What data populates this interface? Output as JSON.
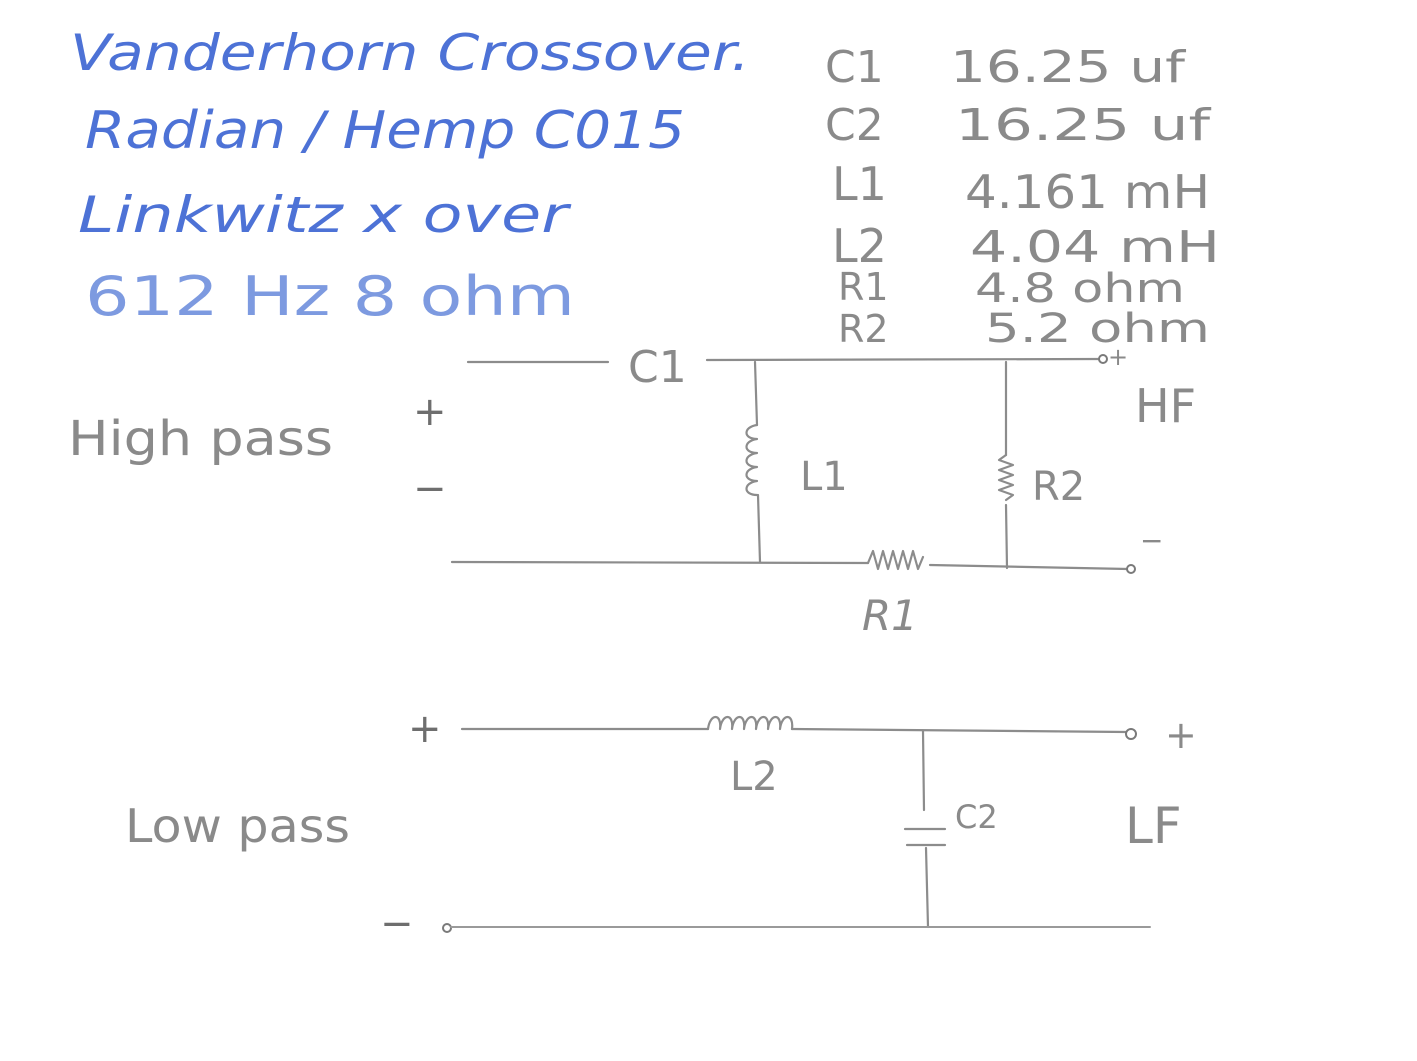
{
  "notes": {
    "title_line1": "Vanderhorn Crossover.",
    "title_line2": "Radian / Hemp C015",
    "title_line3": "Linkwitz  x over",
    "title_line4": "612 Hz  8 ohm"
  },
  "component_values": [
    {
      "ref": "C1",
      "value": "16.25 uf"
    },
    {
      "ref": "C2",
      "value": "16.25 uf"
    },
    {
      "ref": "L1",
      "value": "4.161 mH"
    },
    {
      "ref": "L2",
      "value": "4.04 mH"
    },
    {
      "ref": "R1",
      "value": "4.8 ohm"
    },
    {
      "ref": "R2",
      "value": "5.2 ohm"
    }
  ],
  "high_pass": {
    "label": "High pass",
    "input_plus": "+",
    "input_minus": "−",
    "output_plus": "+",
    "output_minus": "−",
    "output_label": "HF",
    "c1_label": "C1",
    "l1_label": "L1",
    "r2_label": "R2",
    "r1_label": "R1"
  },
  "low_pass": {
    "label": "Low pass",
    "input_plus": "+",
    "input_minus": "−",
    "output_plus": "+",
    "output_label": "LF",
    "l2_label": "L2",
    "c2_label": "C2"
  },
  "colors": {
    "ink": "#4d72d6",
    "pencil": "#8a8a8a"
  }
}
